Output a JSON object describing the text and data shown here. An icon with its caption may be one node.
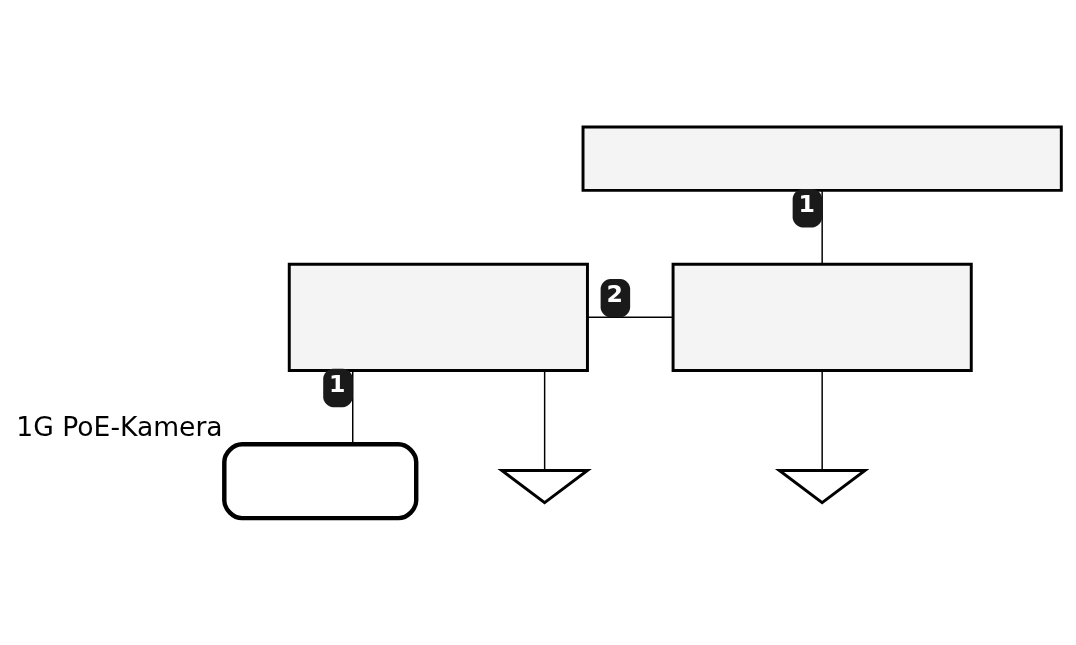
{
  "diagram": {
    "nodes": [
      {
        "text": [],
        "shape": "box"
      },
      {
        "text": [],
        "shape": "box"
      },
      {
        "text": [],
        "shape": "box"
      },
      {
        "text": [],
        "shape": "box",
        "beside": [
          "1G PoE-Kamera"
        ]
      },
      {
        "text": [],
        "shape": "ground"
      },
      {
        "text": [],
        "shape": "ground"
      }
    ],
    "edges": [
      {
        "from": 0,
        "to": 2,
        "arrow": "none",
        "label": "1"
      },
      {
        "from": 1,
        "to": 2,
        "arrow": "none",
        "label": "2"
      },
      {
        "from": 1,
        "to": 3,
        "arrow": "none",
        "label": "1"
      },
      {
        "from": 1,
        "to": 4,
        "arrow": "none"
      },
      {
        "from": 2,
        "to": 5,
        "arrow": "none"
      }
    ]
  }
}
